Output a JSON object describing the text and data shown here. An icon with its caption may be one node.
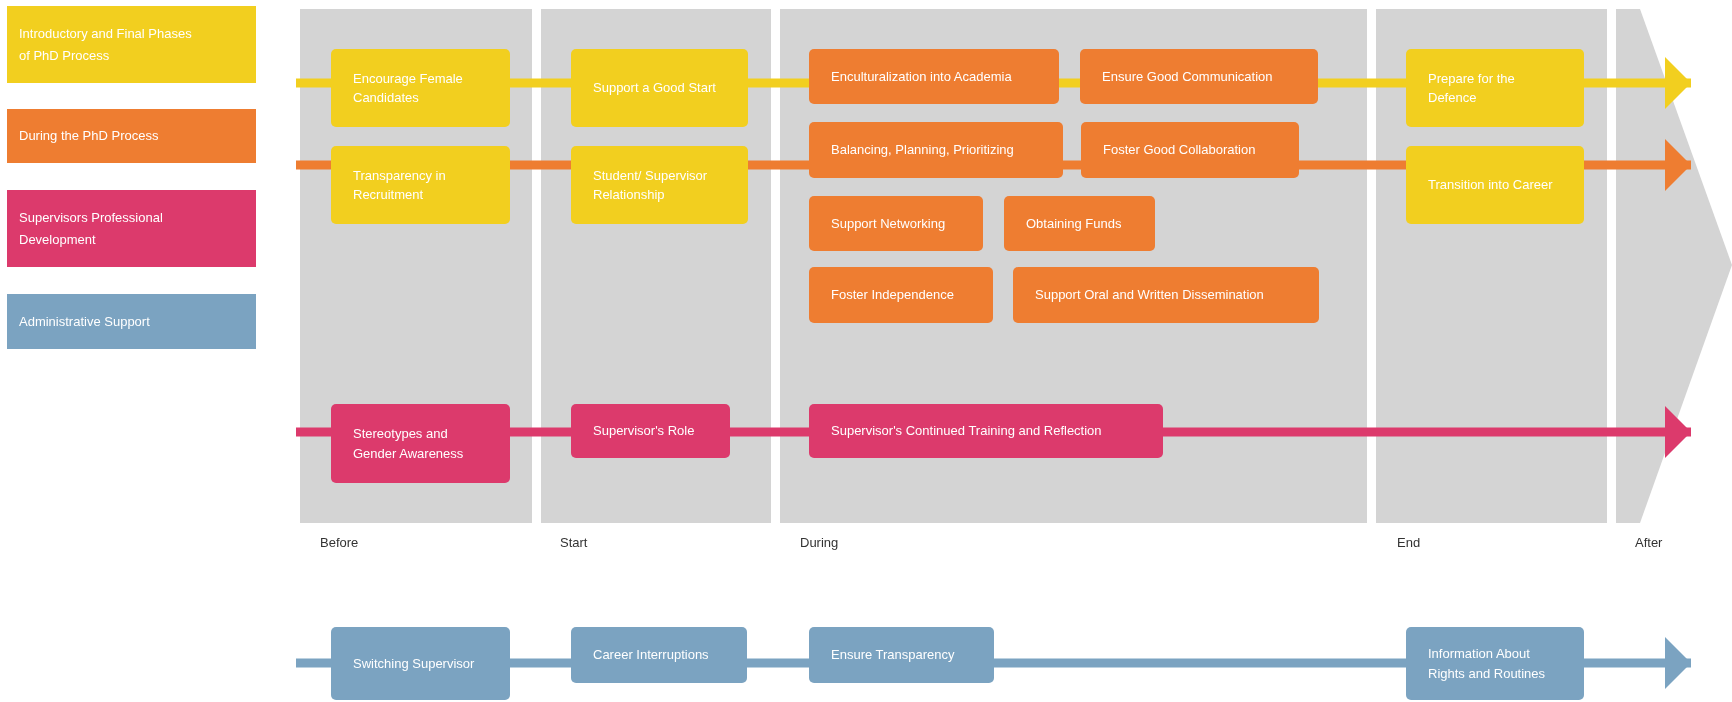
{
  "diagram": {
    "nodes": [
      {
        "text": [
          "Encourage Female Candidates"
        ]
      },
      {
        "text": [
          "Support a Good Start"
        ]
      },
      {
        "text": [
          "Enculturalization into Academia"
        ]
      },
      {
        "text": [
          "Ensure Good Communication"
        ]
      },
      {
        "text": [
          "Prepare for the Defence"
        ]
      },
      {
        "text": [
          "Transparency in Recruitment"
        ]
      },
      {
        "text": [
          "Student/ Supervisor Relationship"
        ]
      },
      {
        "text": [
          "Balancing, Planning, Prioritizing"
        ]
      },
      {
        "text": [
          "Foster Good Collaboration"
        ]
      },
      {
        "text": [
          "Transition into Career"
        ]
      },
      {
        "text": [
          "Support Networking"
        ]
      },
      {
        "text": [
          "Obtaining Funds"
        ]
      },
      {
        "text": [
          "Foster Independence"
        ]
      },
      {
        "text": [
          "Support Oral and Written Dissemination"
        ]
      },
      {
        "text": [
          "Stereotypes and Gender Awareness"
        ]
      },
      {
        "text": [
          "Supervisor's Role"
        ]
      },
      {
        "text": [
          "Supervisor's Continued Training and Reflection"
        ]
      },
      {
        "text": [
          "Switching Supervisor"
        ]
      },
      {
        "text": [
          "Career Interruptions"
        ]
      },
      {
        "text": [
          "Ensure Transparency"
        ]
      },
      {
        "text": [
          "Information About Rights and Routines"
        ]
      }
    ],
    "edges": [
      {
        "from": null,
        "to": 0,
        "arrow": "none",
        "color": "#f2cf1f"
      },
      {
        "from": 0,
        "to": 1,
        "arrow": "none",
        "color": "#f2cf1f"
      },
      {
        "from": 1,
        "to": 2,
        "arrow": "none",
        "color": "#f2cf1f"
      },
      {
        "from": 2,
        "to": 3,
        "arrow": "none",
        "color": "#f2cf1f"
      },
      {
        "from": 3,
        "to": 4,
        "arrow": "none",
        "color": "#f2cf1f"
      },
      {
        "from": 4,
        "to": null,
        "arrow": "to",
        "color": "#f2cf1f"
      },
      {
        "from": null,
        "to": 5,
        "arrow": "none",
        "color": "#ee7d31"
      },
      {
        "from": 5,
        "to": 6,
        "arrow": "none",
        "color": "#ee7d31"
      },
      {
        "from": 6,
        "to": 7,
        "arrow": "none",
        "color": "#ee7d31"
      },
      {
        "from": 7,
        "to": 8,
        "arrow": "none",
        "color": "#ee7d31"
      },
      {
        "from": 8,
        "to": 9,
        "arrow": "none",
        "color": "#ee7d31"
      },
      {
        "from": 9,
        "to": null,
        "arrow": "to",
        "color": "#ee7d31"
      },
      {
        "from": null,
        "to": 14,
        "arrow": "none",
        "color": "#dc3a6c"
      },
      {
        "from": 14,
        "to": 15,
        "arrow": "none",
        "color": "#dc3a6c"
      },
      {
        "from": 15,
        "to": 16,
        "arrow": "none",
        "color": "#dc3a6c"
      },
      {
        "from": 16,
        "to": null,
        "arrow": "to",
        "color": "#dc3a6c"
      },
      {
        "from": null,
        "to": 17,
        "arrow": "none",
        "color": "#7ba3c1"
      },
      {
        "from": 17,
        "to": 18,
        "arrow": "none",
        "color": "#7ba3c1"
      },
      {
        "from": 18,
        "to": 19,
        "arrow": "none",
        "color": "#7ba3c1"
      },
      {
        "from": 19,
        "to": 20,
        "arrow": "none",
        "color": "#7ba3c1"
      },
      {
        "from": 20,
        "to": null,
        "arrow": "to",
        "color": "#7ba3c1"
      }
    ],
    "labels": [
      "Before",
      "Start",
      "During",
      "End",
      "After"
    ],
    "legend": [
      {
        "text": "Introductory and Final Phases of PhD Process",
        "color": "#f2cf1f"
      },
      {
        "text": "During the PhD Process",
        "color": "#ee7d31"
      },
      {
        "text": "Supervisors Professional Development",
        "color": "#dc3a6c"
      },
      {
        "text": "Administrative Support",
        "color": "#7ba3c1"
      }
    ]
  }
}
